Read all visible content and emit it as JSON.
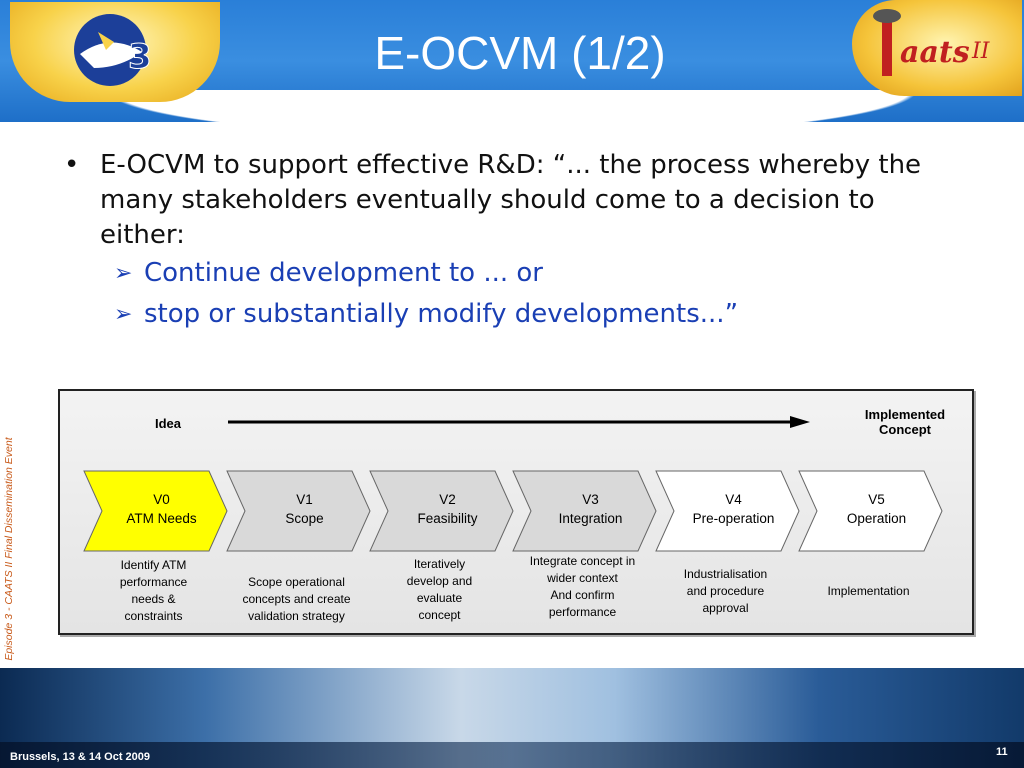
{
  "title": "E-OCVM (1/2)",
  "side_caption": "Episode 3 - CAATS II Final Dissemination Event",
  "bullet": {
    "text": "E-OCVM to support effective R&D: “... the process whereby the many stakeholders eventually should come to a decision to either:",
    "subs": [
      "Continue development to ... or",
      "stop or substantially modify developments...”"
    ]
  },
  "diagram": {
    "idea_label": "Idea",
    "implemented_label_1": "Implemented",
    "implemented_label_2": "Concept",
    "stages": [
      {
        "code": "V0",
        "name": "ATM Needs",
        "fill": "#ffff00",
        "desc": [
          "Identify ATM",
          "performance",
          "needs &",
          "constraints"
        ]
      },
      {
        "code": "V1",
        "name": "Scope",
        "fill": "#d9d9d9",
        "desc": [
          "Scope operational",
          "concepts and create",
          "validation strategy"
        ]
      },
      {
        "code": "V2",
        "name": "Feasibility",
        "fill": "#d9d9d9",
        "desc": [
          "Iteratively",
          "develop and",
          "evaluate",
          "concept"
        ]
      },
      {
        "code": "V3",
        "name": "Integration",
        "fill": "#d9d9d9",
        "desc": [
          "Integrate concept in",
          "wider context",
          "And confirm",
          "performance"
        ]
      },
      {
        "code": "V4",
        "name": "Pre-operation",
        "fill": "#ffffff",
        "desc": [
          "Industrialisation",
          "and procedure",
          "approval"
        ]
      },
      {
        "code": "V5",
        "name": "Operation",
        "fill": "#ffffff",
        "desc": [
          "Implementation"
        ]
      }
    ]
  },
  "footer": {
    "text": "Brussels, 13 & 14 Oct 2009",
    "page_number": "11"
  },
  "colors": {
    "header_blue": "#2a7fd8",
    "sub_bullet_blue": "#1a3fb4",
    "v0_yellow": "#ffff00",
    "caption_orange": "#c85a1a"
  }
}
